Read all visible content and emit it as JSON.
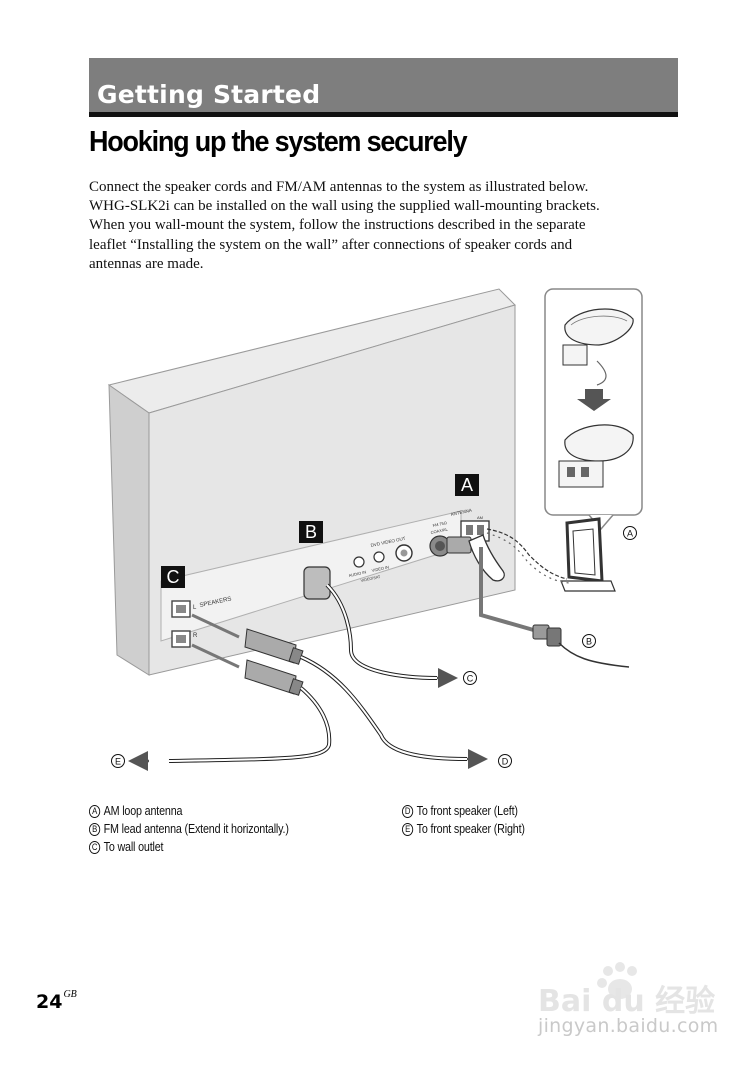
{
  "section": {
    "title": "Getting Started"
  },
  "page_title": "Hooking up the system securely",
  "intro_lines": [
    "Connect the speaker cords and FM/AM antennas to the system as illustrated below.",
    "WHG-SLK2i can be installed on the wall using the supplied wall-mounting brackets.",
    "When you wall-mount the system, follow the instructions described in the separate",
    "leaflet “Installing the system on the wall” after connections of speaker cords and",
    "antennas are made."
  ],
  "figure": {
    "callouts": {
      "a": "A",
      "b": "B",
      "c": "C"
    },
    "letters": {
      "a": "A",
      "b": "B",
      "c": "C",
      "d": "D",
      "e": "E"
    },
    "panel_labels": {
      "antenna": "ANTENNA",
      "fm": "FM 75Ω",
      "coaxial": "COAXIAL",
      "am": "AM",
      "dvd": "DVD VIDEO OUT",
      "audio_in": "AUDIO IN",
      "video_in": "VIDEO IN",
      "video_sat": "VIDEO/SAT",
      "speakers": "SPEAKERS",
      "l": "L",
      "r": "R"
    }
  },
  "legend": {
    "a": {
      "letter": "A",
      "text": "AM loop antenna"
    },
    "b": {
      "letter": "B",
      "text": "FM lead antenna (Extend it horizontally.)"
    },
    "c": {
      "letter": "C",
      "text": "To wall outlet"
    },
    "d": {
      "letter": "D",
      "text": "To front speaker (Left)"
    },
    "e": {
      "letter": "E",
      "text": "To front speaker (Right)"
    }
  },
  "page_number": {
    "number": "24",
    "suffix": "GB"
  },
  "watermark": {
    "brand": "Bai du 经验",
    "url": "jingyan.baidu.com"
  }
}
